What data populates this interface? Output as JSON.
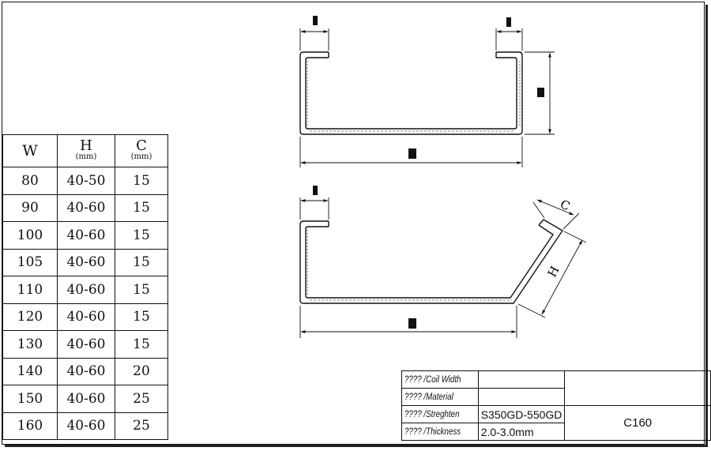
{
  "spec_table": {
    "headers": {
      "w": "W",
      "h": "H",
      "h_unit": "(mm)",
      "c": "C",
      "c_unit": "(mm)"
    },
    "rows": [
      {
        "w": "80",
        "h": "40-50",
        "c": "15"
      },
      {
        "w": "90",
        "h": "40-60",
        "c": "15"
      },
      {
        "w": "100",
        "h": "40-60",
        "c": "15"
      },
      {
        "w": "105",
        "h": "40-60",
        "c": "15"
      },
      {
        "w": "110",
        "h": "40-60",
        "c": "15"
      },
      {
        "w": "120",
        "h": "40-60",
        "c": "15"
      },
      {
        "w": "130",
        "h": "40-60",
        "c": "15"
      },
      {
        "w": "140",
        "h": "40-60",
        "c": "20"
      },
      {
        "w": "150",
        "h": "40-60",
        "c": "25"
      },
      {
        "w": "160",
        "h": "40-60",
        "c": "25"
      }
    ]
  },
  "drawing": {
    "labels": {
      "c": "C",
      "h": "H"
    }
  },
  "title_block": {
    "coil_width_label": "???? /Coil Width",
    "material_label": "???? /Material",
    "strength_label": "???? /Streghten",
    "strength_value": "S350GD-550GD",
    "thickness_label": "???? /Thickness",
    "thickness_value": "2.0-3.0mm",
    "drawing_code": "C160"
  }
}
